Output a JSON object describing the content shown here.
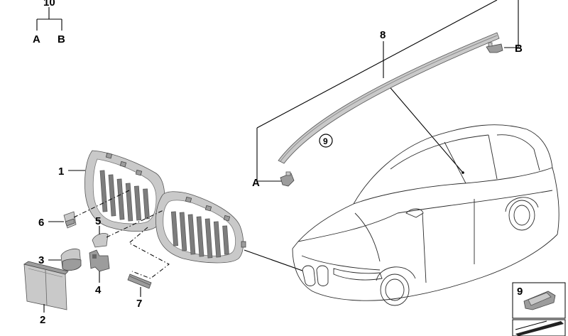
{
  "labels": {
    "grille": "1",
    "cover_lower": "2",
    "cap": "3",
    "bracket": "4",
    "clip": "5",
    "cover_small": "6",
    "strip": "7",
    "roof_trim": "8",
    "circled_ref": "9",
    "set": "10",
    "a_top": "A",
    "b_top": "B",
    "a_side": "A",
    "b_side": "B",
    "inset_number": "9"
  },
  "colors": {
    "ink": "#000000",
    "part_light": "#c9c9c9",
    "part_dark": "#9c9c9c",
    "slat": "#7d7d7d"
  }
}
